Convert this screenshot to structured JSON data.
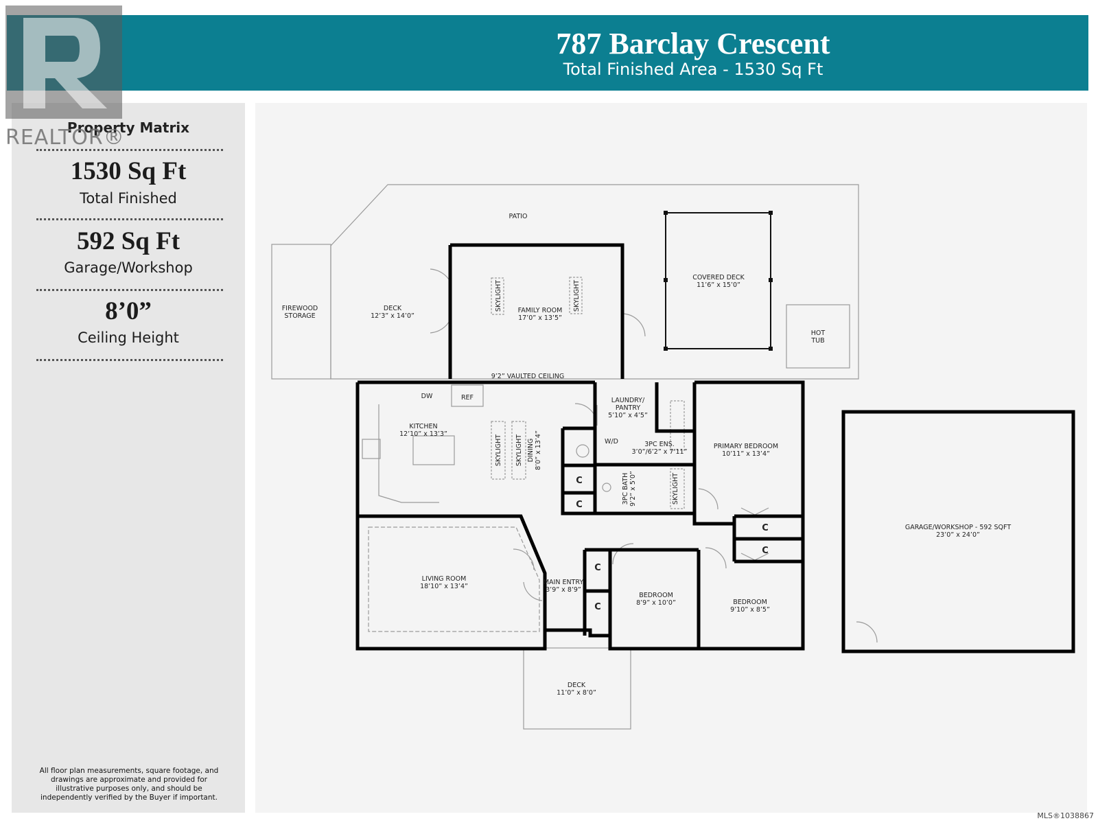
{
  "header": {
    "title": "787 Barclay Crescent",
    "subtitle": "Total Finished Area - 1530 Sq Ft"
  },
  "logo": {
    "text": "REALTOR®",
    "icon": "realtor-r-logo-icon"
  },
  "sidebar": {
    "heading": "Property Matrix",
    "stats": [
      {
        "value": "1530 Sq Ft",
        "label": "Total Finished"
      },
      {
        "value": "592 Sq Ft",
        "label": "Garage/Workshop"
      },
      {
        "value": "8’0”",
        "label": "Ceiling Height"
      }
    ],
    "disclaimer": "All floor plan measurements, square footage, and drawings are approximate and provided for illustrative purposes only, and should be independently verified by the Buyer if important."
  },
  "floorplan": {
    "patio": "PATIO",
    "firewood_1": "FIREWOOD",
    "firewood_2": "STORAGE",
    "deck_back": "DECK",
    "deck_back_dim": "12’3” x 14’0”",
    "family_room": "FAMILY ROOM",
    "family_room_dim": "17’0” x 13’5”",
    "skylight": "SKYLIGHT",
    "vaulted": "9’2” VAULTED CEILING",
    "covered_deck": "COVERED DECK",
    "covered_deck_dim": "11’6” x 15’0”",
    "hot_1": "HOT",
    "hot_2": "TUB",
    "dw": "DW",
    "ref": "REF",
    "kitchen": "KITCHEN",
    "kitchen_dim": "12’10” x 13’3”",
    "dining": "DINING",
    "dining_dim": "8’0” x 13’4”",
    "laundry_1": "LAUNDRY/",
    "laundry_2": "PANTRY",
    "laundry_dim": "5’10” x 4’5”",
    "wd": "W/D",
    "ens": "3PC ENS.",
    "ens_dim": "3’0”/6’2” x 7’11”",
    "primary_bedroom": "PRIMARY BEDROOM",
    "primary_bedroom_dim": "10’11” x 13’4”",
    "bath": "3PC BATH",
    "bath_dim": "9’2” x 5’0”",
    "closet": "C",
    "living_room": "LIVING ROOM",
    "living_room_dim": "18’10” x 13’4”",
    "main_entry": "MAIN ENTRY",
    "main_entry_dim": "3’9” x 8’9”",
    "bedroom": "BEDROOM",
    "bedroom_1_dim": "8’9” x 10’0”",
    "bedroom_2_dim": "9’10” x 8’5”",
    "deck_front": "DECK",
    "deck_front_dim": "11’0” x 8’0”",
    "garage": "GARAGE/WORKSHOP - 592 SQFT",
    "garage_dim": "23’0” x 24’0”"
  },
  "footer": {
    "mls": "MLS®1038867"
  },
  "colors": {
    "header_bg": "#0c7f91",
    "sidebar_bg": "#e7e7e7",
    "plan_bg": "#f4f4f4",
    "wall": "#000000"
  }
}
